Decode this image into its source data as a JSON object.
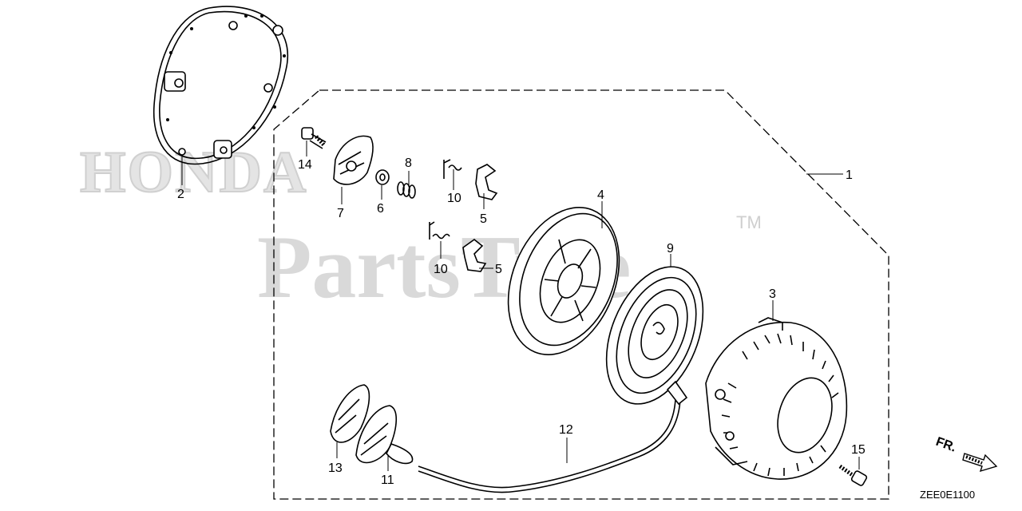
{
  "watermark": {
    "brand": "HONDA",
    "site": "PartsTree",
    "tm": "TM"
  },
  "diagram_code": "ZEE0E1100",
  "direction_label": "FR.",
  "callouts": [
    "1",
    "2",
    "3",
    "4",
    "5",
    "5",
    "6",
    "7",
    "8",
    "9",
    "10",
    "10",
    "11",
    "12",
    "13",
    "14",
    "15"
  ]
}
